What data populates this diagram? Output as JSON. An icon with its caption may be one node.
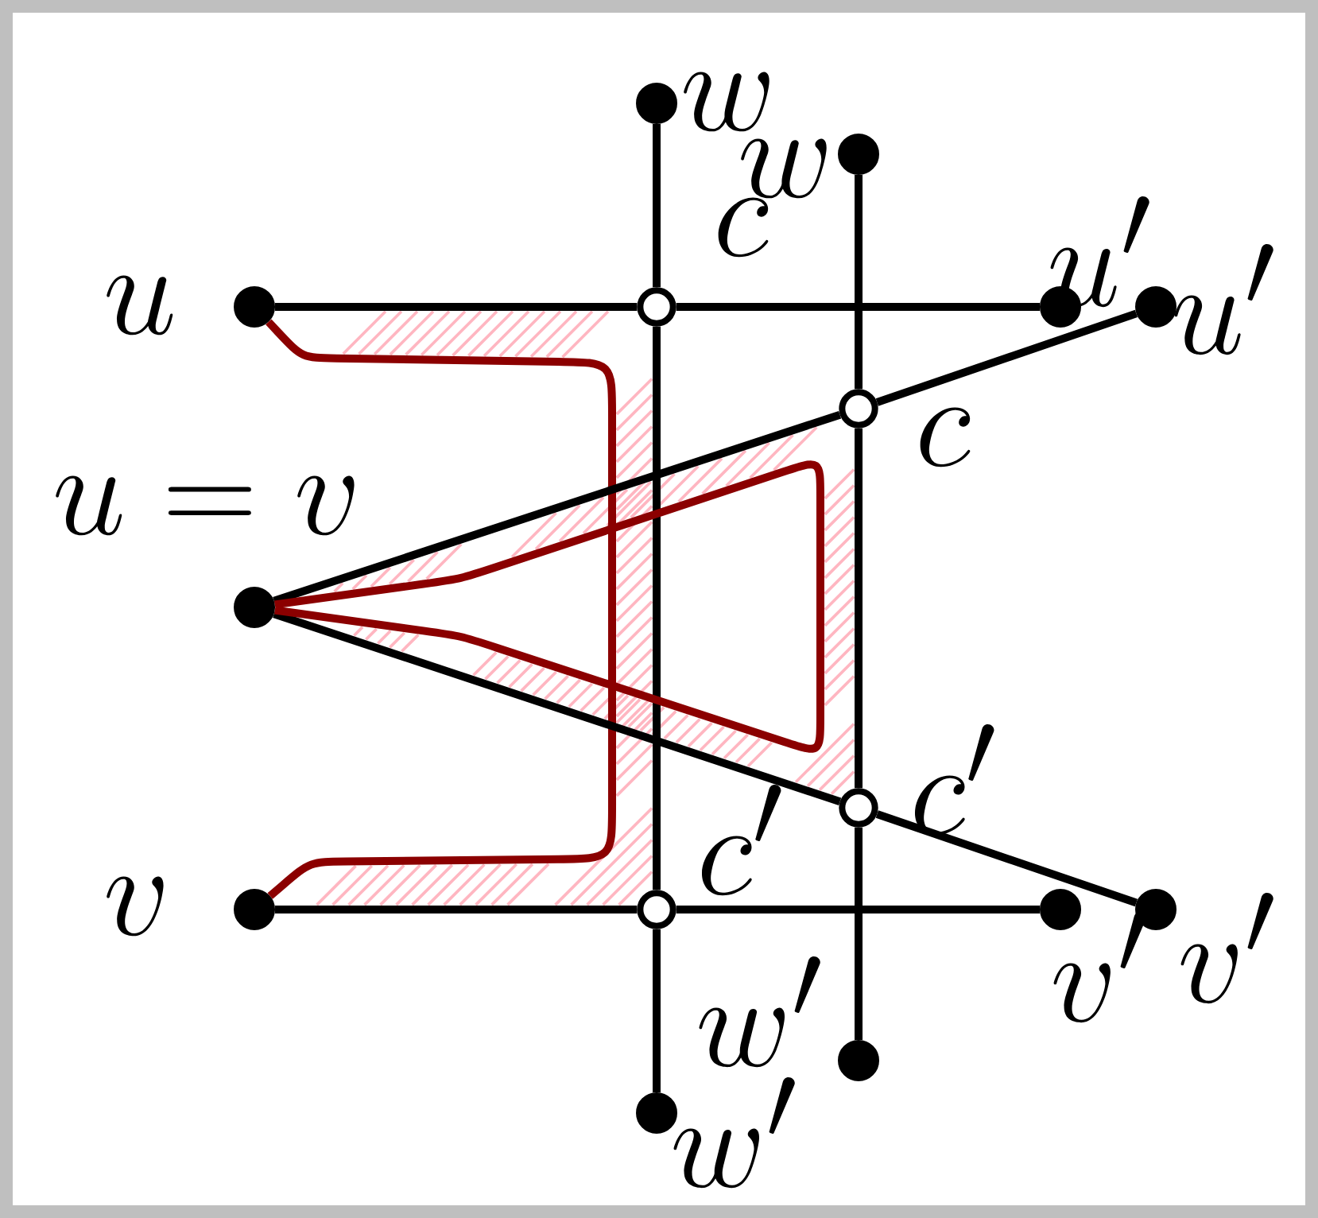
{
  "diagram": {
    "nodes": [
      {
        "text": [],
        "shape": "dot",
        "beside": [
          "u"
        ]
      },
      {
        "text": [],
        "shape": "dot",
        "beside": [
          "w"
        ]
      },
      {
        "text": [],
        "shape": "circle",
        "beside": [
          "c"
        ]
      },
      {
        "text": [],
        "shape": "dot",
        "beside": [
          "u'"
        ]
      },
      {
        "text": [],
        "shape": "circle",
        "beside": [
          "c'"
        ]
      },
      {
        "text": [],
        "shape": "dot",
        "beside": [
          "v"
        ]
      },
      {
        "text": [],
        "shape": "dot",
        "beside": [
          "v'"
        ]
      },
      {
        "text": [],
        "shape": "dot",
        "beside": [
          "w'"
        ]
      },
      {
        "text": [],
        "shape": "dot",
        "beside": [
          "u = v"
        ]
      },
      {
        "text": [],
        "shape": "dot",
        "beside": [
          "w"
        ]
      },
      {
        "text": [],
        "shape": "circle",
        "beside": [
          "c"
        ]
      },
      {
        "text": [],
        "shape": "dot",
        "beside": [
          "u'"
        ]
      },
      {
        "text": [],
        "shape": "circle",
        "beside": [
          "c'"
        ]
      },
      {
        "text": [],
        "shape": "dot",
        "beside": [
          "v'"
        ]
      },
      {
        "text": [],
        "shape": "dot",
        "beside": [
          "w'"
        ]
      }
    ],
    "edges": [
      {
        "from": 0,
        "to": 2,
        "arrow": "none"
      },
      {
        "from": 2,
        "to": 3,
        "arrow": "none"
      },
      {
        "from": 5,
        "to": 4,
        "arrow": "none"
      },
      {
        "from": 4,
        "to": 6,
        "arrow": "none"
      },
      {
        "from": 1,
        "to": 2,
        "arrow": "none"
      },
      {
        "from": 2,
        "to": 4,
        "arrow": "none"
      },
      {
        "from": 4,
        "to": 7,
        "arrow": "none"
      },
      {
        "from": 0,
        "to": 5,
        "arrow": "none",
        "color": "#8b0000"
      },
      {
        "from": 8,
        "to": 10,
        "arrow": "none"
      },
      {
        "from": 10,
        "to": 11,
        "arrow": "none"
      },
      {
        "from": 8,
        "to": 12,
        "arrow": "none"
      },
      {
        "from": 12,
        "to": 13,
        "arrow": "none"
      },
      {
        "from": 9,
        "to": 10,
        "arrow": "none"
      },
      {
        "from": 10,
        "to": 12,
        "arrow": "none"
      },
      {
        "from": 12,
        "to": 14,
        "arrow": "none"
      },
      {
        "from": 8,
        "to": 8,
        "arrow": "none",
        "color": "#8b0000"
      }
    ]
  }
}
